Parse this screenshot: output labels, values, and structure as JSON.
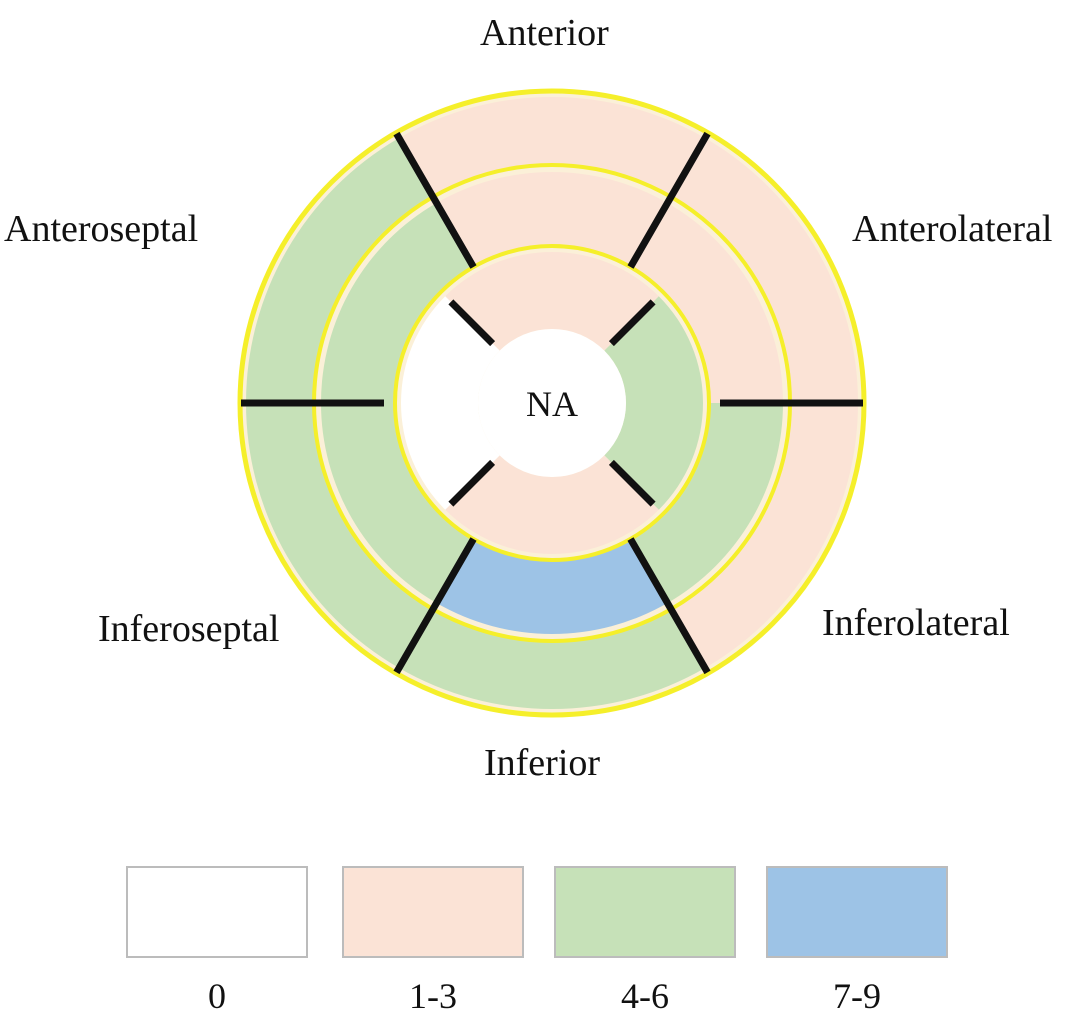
{
  "colors": {
    "zero": "#ffffff",
    "low": "#fbe3d6",
    "mid": "#c6e1b8",
    "high": "#9dc3e6",
    "ring": "#f5ef2a",
    "divider": "#111111"
  },
  "labels": {
    "anterior": "Anterior",
    "anteroseptal": "Anteroseptal",
    "anterolateral": "Anterolateral",
    "inferoseptal": "Inferoseptal",
    "inferolateral": "Inferolateral",
    "inferior": "Inferior",
    "apex": "NA"
  },
  "segments": [
    {
      "ring": "basal",
      "wall": "anterior",
      "score": "1-3"
    },
    {
      "ring": "basal",
      "wall": "anterolateral",
      "score": "1-3"
    },
    {
      "ring": "basal",
      "wall": "inferolateral",
      "score": "1-3"
    },
    {
      "ring": "basal",
      "wall": "inferior",
      "score": "4-6"
    },
    {
      "ring": "basal",
      "wall": "inferoseptal",
      "score": "4-6"
    },
    {
      "ring": "basal",
      "wall": "anteroseptal",
      "score": "4-6"
    },
    {
      "ring": "mid",
      "wall": "anterior",
      "score": "1-3"
    },
    {
      "ring": "mid",
      "wall": "anterolateral",
      "score": "1-3"
    },
    {
      "ring": "mid",
      "wall": "inferolateral",
      "score": "4-6"
    },
    {
      "ring": "mid",
      "wall": "inferior",
      "score": "7-9"
    },
    {
      "ring": "mid",
      "wall": "inferoseptal",
      "score": "4-6"
    },
    {
      "ring": "mid",
      "wall": "anteroseptal",
      "score": "4-6"
    },
    {
      "ring": "apical",
      "wall": "anterior",
      "score": "1-3"
    },
    {
      "ring": "apical",
      "wall": "lateral",
      "score": "4-6"
    },
    {
      "ring": "apical",
      "wall": "inferior",
      "score": "1-3"
    },
    {
      "ring": "apical",
      "wall": "septal",
      "score": "0"
    }
  ],
  "legend": [
    {
      "label": "0",
      "color": "#ffffff"
    },
    {
      "label": "1-3",
      "color": "#fbe3d6"
    },
    {
      "label": "4-6",
      "color": "#c6e1b8"
    },
    {
      "label": "7-9",
      "color": "#9dc3e6"
    }
  ]
}
